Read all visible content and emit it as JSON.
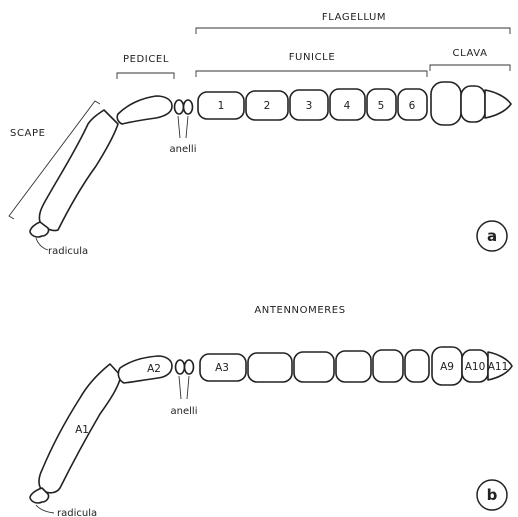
{
  "panel_a": {
    "labels": {
      "flagellum": "FLAGELLUM",
      "pedicel": "PEDICEL",
      "funicle": "FUNICLE",
      "clava": "CLAVA",
      "scape": "SCAPE",
      "anelli": "anelli",
      "radicula": "radicula"
    },
    "funicle_segments": [
      "1",
      "2",
      "3",
      "4",
      "5",
      "6"
    ],
    "panel_letter": "a"
  },
  "panel_b": {
    "title": "ANTENNOMERES",
    "segment_labels": {
      "scape": "A1",
      "pedicel": "A2",
      "first_funicle": "A3",
      "clava_1": "A9",
      "clava_2": "A10",
      "clava_3": "A11"
    },
    "anelli": "anelli",
    "radicula": "radicula",
    "panel_letter": "b"
  }
}
